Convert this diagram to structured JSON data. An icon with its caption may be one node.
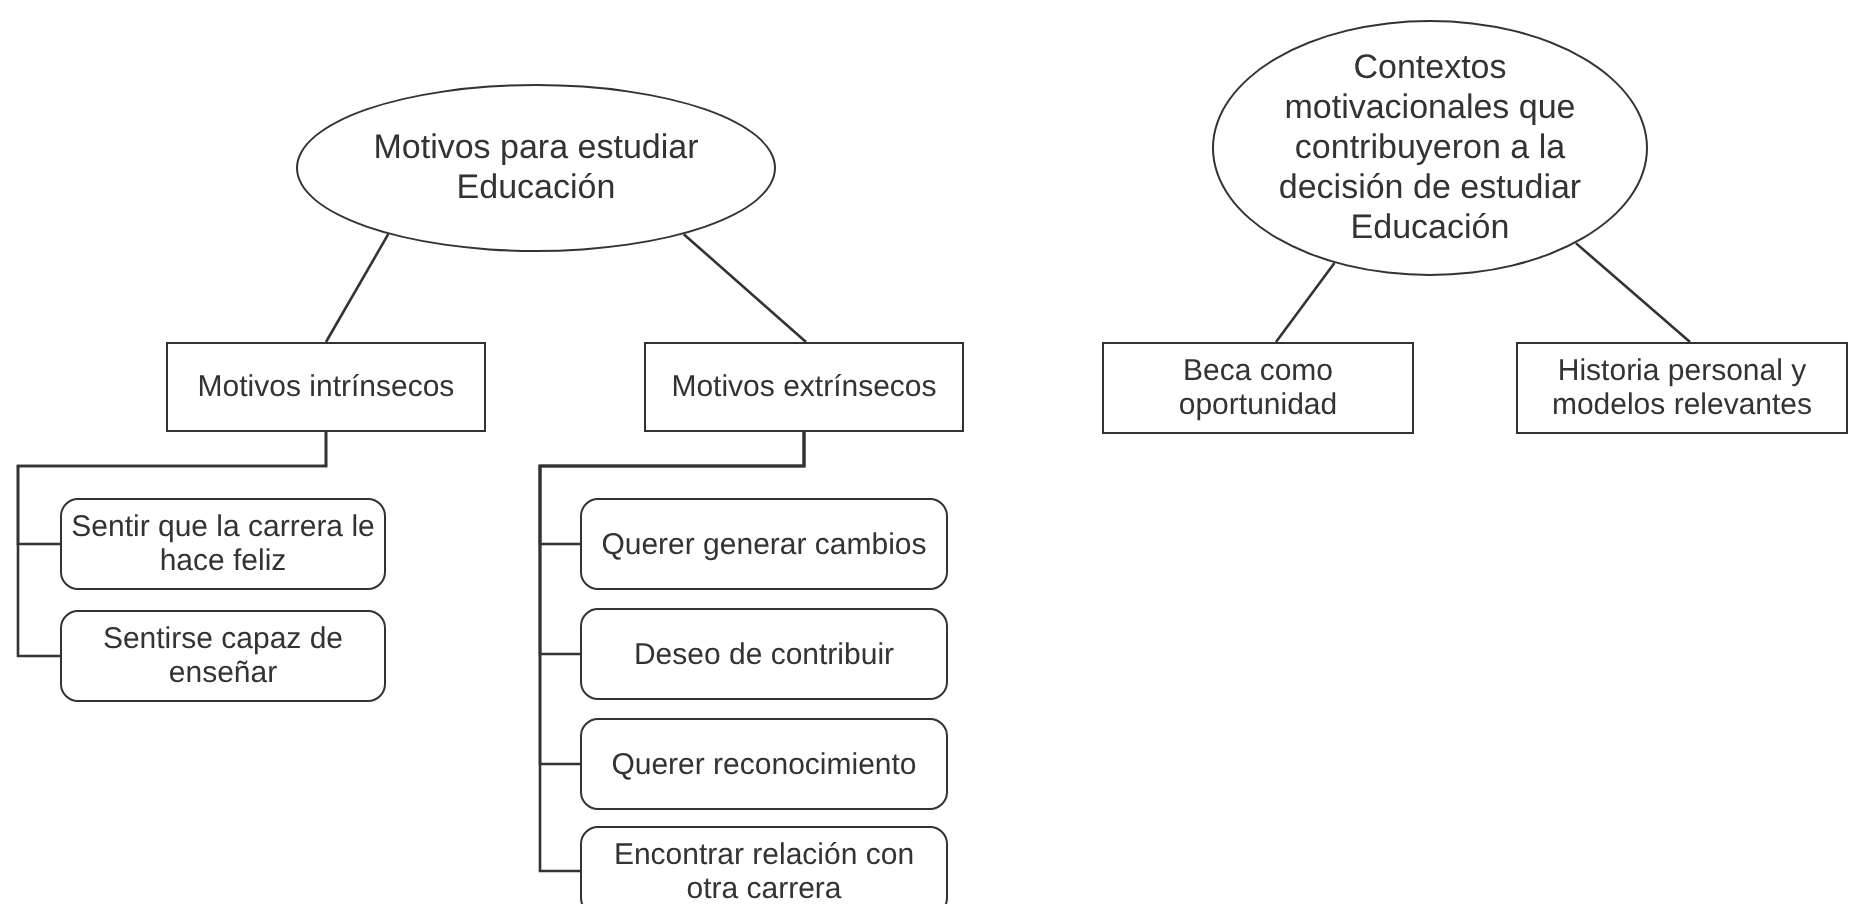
{
  "diagram": {
    "nodes": [
      {
        "text": [
          "Motivos para estudiar Educación"
        ]
      },
      {
        "text": [
          "Motivos intrínsecos"
        ]
      },
      {
        "text": [
          "Motivos extrínsecos"
        ]
      },
      {
        "text": [
          "Sentir que la carrera le hace feliz"
        ]
      },
      {
        "text": [
          "Sentirse capaz de enseñar"
        ]
      },
      {
        "text": [
          "Querer generar cambios"
        ]
      },
      {
        "text": [
          "Deseo de contribuir"
        ]
      },
      {
        "text": [
          "Querer reconocimiento"
        ]
      },
      {
        "text": [
          "Encontrar relación con otra carrera"
        ]
      },
      {
        "text": [
          "Contextos motivacionales que contribuyeron a la decisión de estudiar Educación"
        ]
      },
      {
        "text": [
          "Beca como oportunidad"
        ]
      },
      {
        "text": [
          "Historia personal y modelos relevantes"
        ]
      }
    ],
    "edges": [
      {
        "from": 0,
        "to": 1,
        "arrow": "none"
      },
      {
        "from": 0,
        "to": 2,
        "arrow": "none"
      },
      {
        "from": 1,
        "to": 3,
        "arrow": "none"
      },
      {
        "from": 1,
        "to": 4,
        "arrow": "none"
      },
      {
        "from": 2,
        "to": 5,
        "arrow": "none"
      },
      {
        "from": 2,
        "to": 6,
        "arrow": "none"
      },
      {
        "from": 2,
        "to": 7,
        "arrow": "none"
      },
      {
        "from": 2,
        "to": 8,
        "arrow": "none"
      },
      {
        "from": 9,
        "to": 10,
        "arrow": "none"
      },
      {
        "from": 9,
        "to": 11,
        "arrow": "none"
      }
    ]
  }
}
